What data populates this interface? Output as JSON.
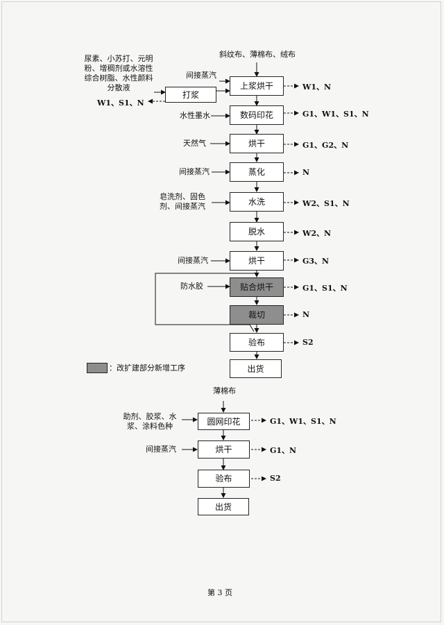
{
  "flow1": {
    "input_top": "斜纹布、薄棉布、绒布",
    "steps": [
      "上浆烘干",
      "数码印花",
      "烘干",
      "蒸化",
      "水洗",
      "脱水",
      "烘干",
      "贴合烘干",
      "裁切",
      "验布",
      "出货"
    ],
    "inputs": {
      "sizing": "间接蒸汽",
      "print": "水性墨水",
      "dry1": "天然气",
      "steam": "间接蒸汽",
      "wash": "皂洗剂、固色剂、间接蒸汽",
      "dry2": "间接蒸汽",
      "laminate": "防水胶"
    },
    "outputs": {
      "sizing": "W1、N",
      "print": "G1、W1、S1、N",
      "dry1": "G1、G2、N",
      "steam": "N",
      "wash": "W2、S1、N",
      "dewater": "W2、N",
      "dry2": "G3、N",
      "laminate": "G1、S1、N",
      "cut": "N",
      "inspect": "S2"
    },
    "beating": {
      "label": "打浆",
      "input": "尿素、小苏打、元明粉、增稠剂或水溶性综合树脂、水性颜料分散液",
      "output": "W1、S1、N"
    }
  },
  "legend": {
    "label": "：改扩建部分新增工序",
    "color": "#8e8e8e"
  },
  "flow2": {
    "input_top": "薄棉布",
    "steps": [
      "圆网印花",
      "烘干",
      "验布",
      "出货"
    ],
    "inputs": {
      "print": "助剂、胶浆、水浆、涂料色种",
      "dry": "间接蒸汽"
    },
    "outputs": {
      "print": "G1、W1、S1、N",
      "dry": "G1、N",
      "inspect": "S2"
    }
  },
  "footer": {
    "page": "第 3 页"
  }
}
